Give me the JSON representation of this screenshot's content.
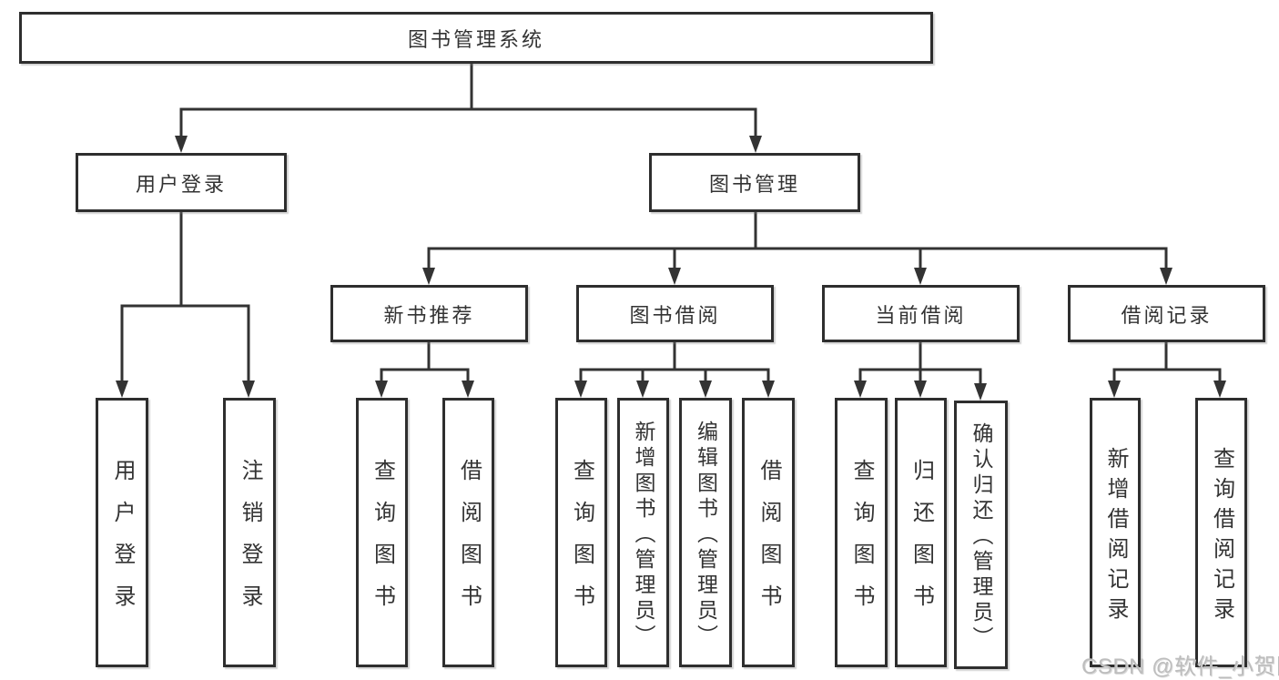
{
  "tree": {
    "root": "图书管理系统",
    "children": [
      {
        "label": "用户登录",
        "children": [
          "用户登录",
          "注销登录"
        ]
      },
      {
        "label": "图书管理",
        "children": [
          {
            "label": "新书推荐",
            "children": [
              "查询图书",
              "借阅图书"
            ]
          },
          {
            "label": "图书借阅",
            "children": [
              "查询图书",
              "新增图书（管理员）",
              "编辑图书（管理员）",
              "借阅图书"
            ]
          },
          {
            "label": "当前借阅",
            "children": [
              "查询图书",
              "归还图书",
              "确认归还（管理员）"
            ]
          },
          {
            "label": "借阅记录",
            "children": [
              "新增借阅记录",
              "查询借阅记录"
            ]
          }
        ]
      }
    ]
  },
  "watermark": {
    "text": "CSDN @软件_小贺同学"
  },
  "colors": {
    "line": "#333333",
    "box_border": "#2e2e2e",
    "box_fill": "#ffffff",
    "text": "#333333",
    "watermark": "#bdbdbd"
  }
}
